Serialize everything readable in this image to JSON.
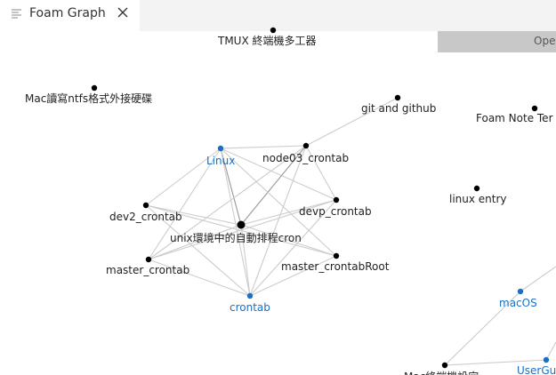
{
  "tab": {
    "title": "Foam Graph",
    "icon": "preview-lines-icon",
    "close_icon": "close-icon"
  },
  "open_button": {
    "label": "Ope"
  },
  "colors": {
    "note_node": "#000000",
    "tag_node": "#1a6fc4",
    "edge": "#cccccc",
    "edge_dark": "#999999",
    "tab_bg": "#ffffff",
    "tabbar_bg": "#f3f3f3",
    "button_bg": "#c8c8c8"
  },
  "graph": {
    "nodes": [
      {
        "id": "tmux",
        "label": "TMUX 終端機多工器",
        "kind": "note"
      },
      {
        "id": "macntfs",
        "label": "Mac讀寫ntfs格式外接硬碟",
        "kind": "note"
      },
      {
        "id": "git",
        "label": "git and github",
        "kind": "note"
      },
      {
        "id": "foamnote",
        "label": "Foam Note Ter",
        "kind": "note"
      },
      {
        "id": "linux",
        "label": "Linux",
        "kind": "tag"
      },
      {
        "id": "node03",
        "label": "node03_crontab",
        "kind": "note"
      },
      {
        "id": "dev2",
        "label": "dev2_crontab",
        "kind": "note"
      },
      {
        "id": "devp",
        "label": "devp_crontab",
        "kind": "note"
      },
      {
        "id": "linuxentry",
        "label": "linux entry",
        "kind": "note"
      },
      {
        "id": "unix",
        "label": "unix環境中的自動排程cron",
        "kind": "note",
        "hub": true
      },
      {
        "id": "master",
        "label": "master_crontab",
        "kind": "note"
      },
      {
        "id": "masterroot",
        "label": "master_crontabRoot",
        "kind": "note"
      },
      {
        "id": "crontab",
        "label": "crontab",
        "kind": "tag"
      },
      {
        "id": "macos",
        "label": "macOS",
        "kind": "tag"
      },
      {
        "id": "macnote",
        "label": "Mac終端機設定",
        "kind": "note"
      },
      {
        "id": "usergu",
        "label": "UserGu",
        "kind": "tag"
      }
    ],
    "edges": [
      [
        "linux",
        "node03"
      ],
      [
        "linux",
        "dev2"
      ],
      [
        "linux",
        "unix"
      ],
      [
        "linux",
        "master"
      ],
      [
        "linux",
        "crontab"
      ],
      [
        "linux",
        "devp"
      ],
      [
        "node03",
        "unix"
      ],
      [
        "node03",
        "git"
      ],
      [
        "node03",
        "devp"
      ],
      [
        "node03",
        "crontab"
      ],
      [
        "dev2",
        "unix"
      ],
      [
        "dev2",
        "masterroot"
      ],
      [
        "dev2",
        "crontab"
      ],
      [
        "devp",
        "unix"
      ],
      [
        "devp",
        "master"
      ],
      [
        "devp",
        "crontab"
      ],
      [
        "master",
        "unix"
      ],
      [
        "master",
        "crontab"
      ],
      [
        "masterroot",
        "unix"
      ],
      [
        "masterroot",
        "crontab"
      ],
      [
        "unix",
        "crontab"
      ],
      [
        "master",
        "node03"
      ],
      [
        "linux",
        "masterroot"
      ],
      [
        "macos",
        "macnote"
      ],
      [
        "usergu",
        "macnote"
      ]
    ]
  }
}
